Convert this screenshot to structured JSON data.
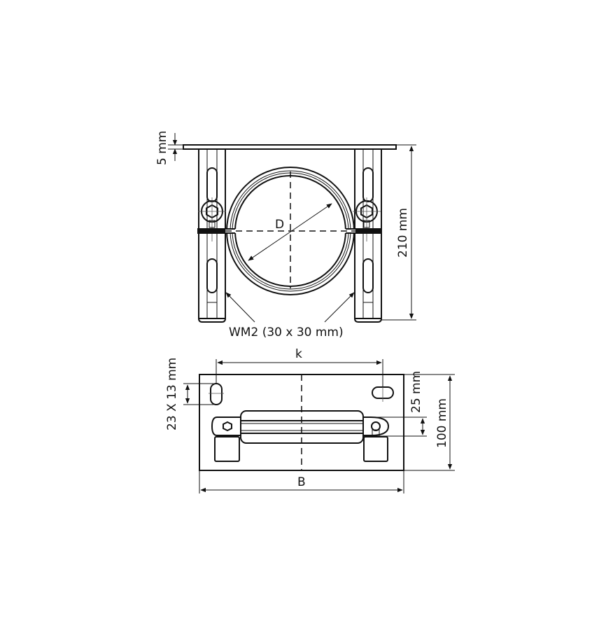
{
  "drawing": {
    "title": "Pipe clamp with base plate — technical dimension drawing",
    "colors": {
      "line": "#111111",
      "background": "#ffffff"
    },
    "front_view": {
      "dimensions": {
        "plate_thickness": "5 mm",
        "total_height": "210 mm",
        "pipe_diameter": "D"
      },
      "callouts": {
        "profile": "WM2 (30 x 30 mm)"
      }
    },
    "plan_view": {
      "dimensions": {
        "hole_spacing": "k",
        "slot_size": "23 X 13 mm",
        "clamp_width": "25 mm",
        "plate_depth": "100 mm",
        "plate_width": "B"
      }
    }
  }
}
